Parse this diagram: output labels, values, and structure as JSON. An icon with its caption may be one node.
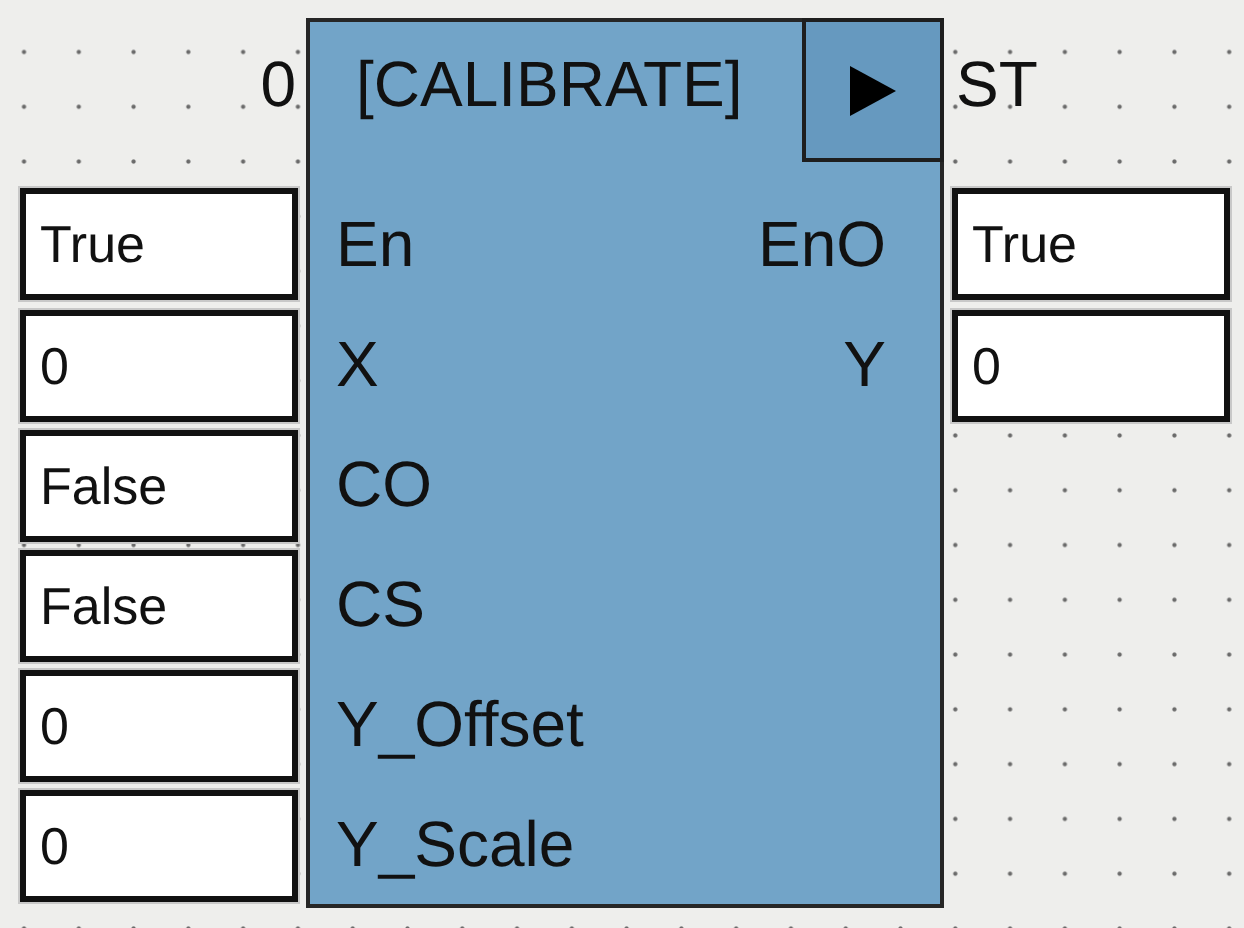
{
  "diagram": {
    "nodes": [
      {
        "text": [
          "[CALIBRATE]",
          "En",
          "EnO",
          "X",
          "Y",
          "CO",
          "CS",
          "Y_Offset",
          "Y_Scale"
        ],
        "beside": [
          "0",
          "ST"
        ]
      },
      {
        "text": [],
        "shape": "box",
        "in": 0
      },
      {
        "text": [
          "True"
        ]
      },
      {
        "text": [
          "True"
        ]
      },
      {
        "text": [
          "0"
        ]
      },
      {
        "text": [
          "0"
        ]
      },
      {
        "text": [
          "False"
        ]
      },
      {
        "text": [
          "False"
        ]
      },
      {
        "text": [
          "0"
        ]
      },
      {
        "text": [
          "0"
        ]
      }
    ]
  }
}
